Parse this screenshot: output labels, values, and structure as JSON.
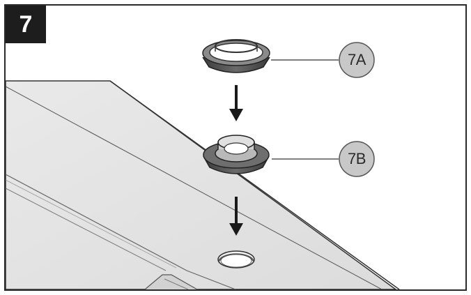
{
  "step": {
    "number": "7"
  },
  "callouts": [
    {
      "id": "7A",
      "label": "7A"
    },
    {
      "id": "7B",
      "label": "7B"
    }
  ],
  "colors": {
    "frame": "#2a2a2a",
    "badge": "#1d1d1d",
    "panel": "#e6e6e6",
    "part_dark": "#4a4a4a",
    "callout_fill": "#c8c8c8"
  }
}
